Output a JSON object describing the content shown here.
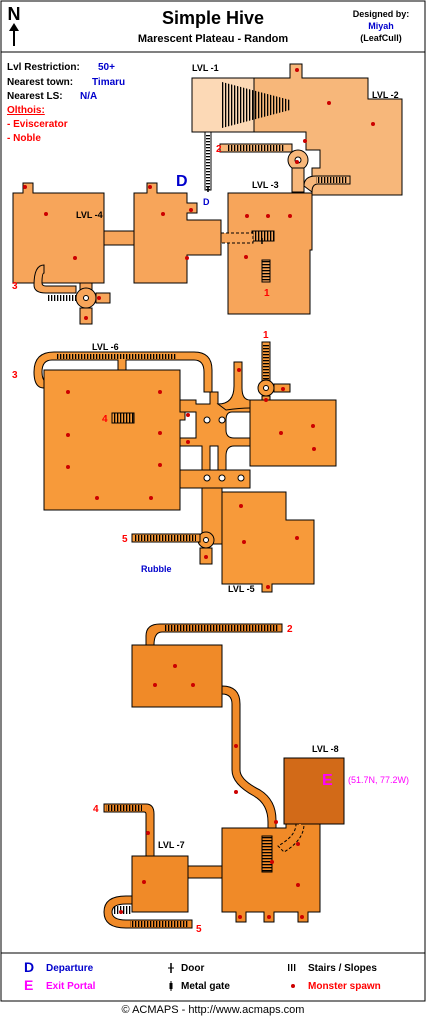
{
  "header": {
    "north": "N",
    "title": "Simple Hive",
    "subtitle": "Marescent Plateau - Random",
    "designed_by_label": "Designed by:",
    "designer": "Miyah",
    "designer_alias": "(LeafCull)"
  },
  "info": {
    "lvl_label": "Lvl Restriction:",
    "lvl_value": "50+",
    "town_label": "Nearest town:",
    "town_value": "Timaru",
    "ls_label": "Nearest LS:",
    "ls_value": "N/A",
    "mobs_header": "Olthois:",
    "mobs": [
      "- Eviscerator",
      "- Noble"
    ]
  },
  "levels": {
    "l1": "LVL -1",
    "l2": "LVL -2",
    "l3": "LVL -3",
    "l4": "LVL -4",
    "l5": "LVL -5",
    "l6": "LVL -6",
    "l7": "LVL -7",
    "l8": "LVL -8"
  },
  "markers": {
    "n1": "1",
    "n2": "2",
    "n3": "3",
    "n4": "4",
    "n5": "5",
    "departure": "D",
    "door_d": "D",
    "exit": "E",
    "rubble": "Rubble",
    "exit_coords": "(51.7N, 77.2W)"
  },
  "legend": {
    "departure_symbol": "D",
    "departure": "Departure",
    "exit_symbol": "E",
    "exit": "Exit Portal",
    "door": "Door",
    "gate": "Metal gate",
    "stairs": "Stairs / Slopes",
    "spawn": "Monster spawn"
  },
  "footer": "© ACMAPS - http://www.acmaps.com",
  "colors": {
    "room_light": "#F7B77A",
    "room_mid": "#F79A3A",
    "room_dark": "#F08A28",
    "room_darkest": "#D26A18",
    "spawn": "#CC0000",
    "text_red": "#FF0000",
    "text_blue": "#0000CC",
    "text_magenta": "#FF00FF"
  }
}
